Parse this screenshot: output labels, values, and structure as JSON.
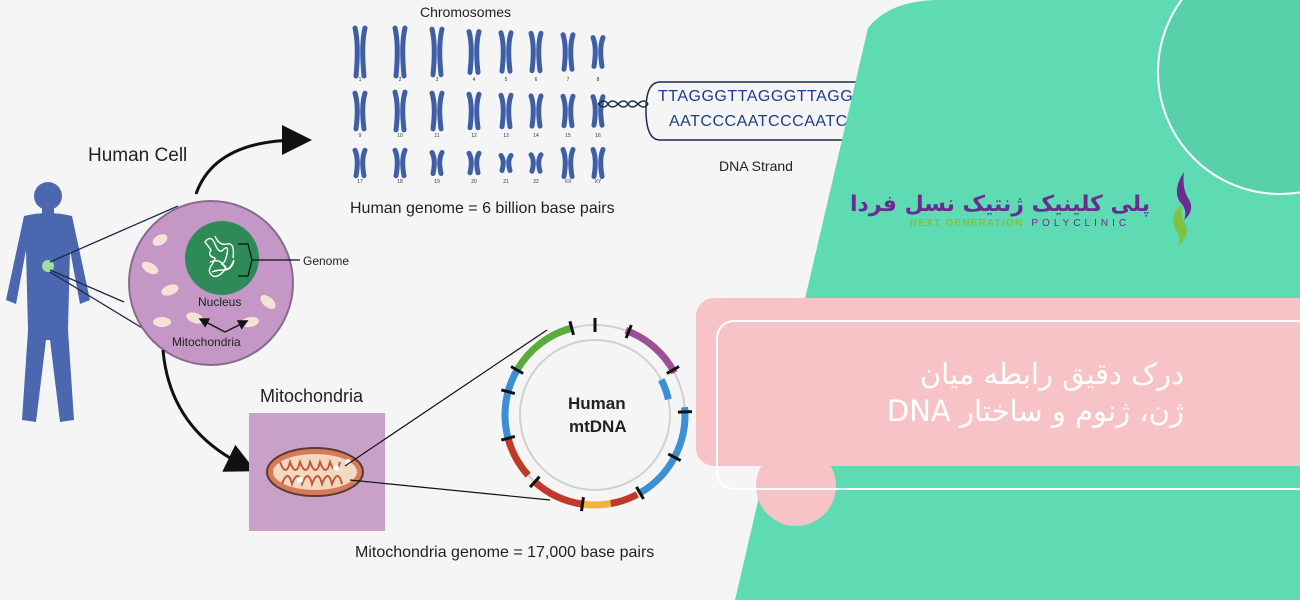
{
  "diagram": {
    "chromosomes_title": "Chromosomes",
    "human_cell_label": "Human Cell",
    "genome_label": "Genome",
    "nucleus_label": "Nucleus",
    "mitochondria_cell_label": "Mitochondria",
    "human_genome_text": "Human genome = 6 billion base pairs",
    "dna_strand_label": "DNA Strand",
    "dna_sequence_top": "TTAGGGTTAGGGTTAGG",
    "dna_sequence_bottom": "AATCCCAATCCCAATCC",
    "mitochondria_box_label": "Mitochondria",
    "mtdna_label_line1": "Human",
    "mtdna_label_line2": "mtDNA",
    "mito_genome_text": "Mitochondria genome = 17,000 base pairs",
    "chromosome_numbers_row1": [
      "1",
      "2",
      "3",
      "4",
      "5",
      "6",
      "7",
      "8"
    ],
    "chromosome_numbers_row2": [
      "9",
      "10",
      "11",
      "12",
      "13",
      "14",
      "15",
      "16"
    ],
    "chromosome_numbers_row3": [
      "17",
      "18",
      "19",
      "20",
      "21",
      "22",
      "XX",
      "XY"
    ]
  },
  "logo": {
    "persian_name": "پلی کلینیک ژنتیک نسل فردا",
    "english_name_bold": "NEXT GENERATION",
    "english_name_light": "POLYCLINIC"
  },
  "banner": {
    "title_line1": "درک دقیق رابطه میان",
    "title_line2": "ژن، ژنوم و ساختار DNA"
  },
  "colors": {
    "teal": "#5fdbb4",
    "pink": "#f7c3c6",
    "cell_membrane": "#c497c6",
    "nucleus": "#2e8b57",
    "chromosome": "#3f5ea8",
    "body_figure": "#4a67b0",
    "logo_purple": "#6a2c91",
    "logo_green": "#7dc242"
  }
}
